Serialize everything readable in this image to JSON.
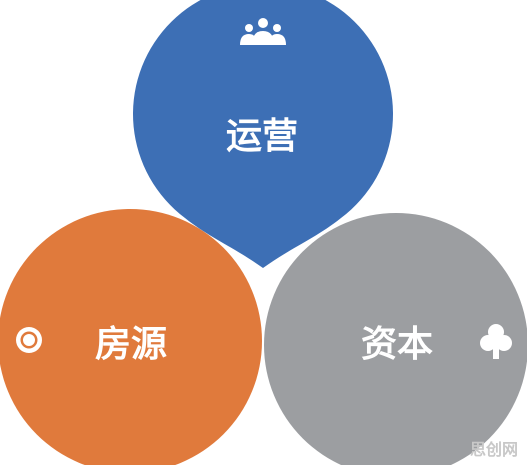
{
  "diagram": {
    "nodes": [
      {
        "id": "operations",
        "label": "运营",
        "color": "#3d6fb5",
        "icon": "people-group-icon"
      },
      {
        "id": "housing",
        "label": "房源",
        "color": "#e07a3c",
        "icon": "sun-icon"
      },
      {
        "id": "capital",
        "label": "资本",
        "color": "#9c9ea1",
        "icon": "tree-icon"
      }
    ],
    "watermark": "思创网"
  }
}
